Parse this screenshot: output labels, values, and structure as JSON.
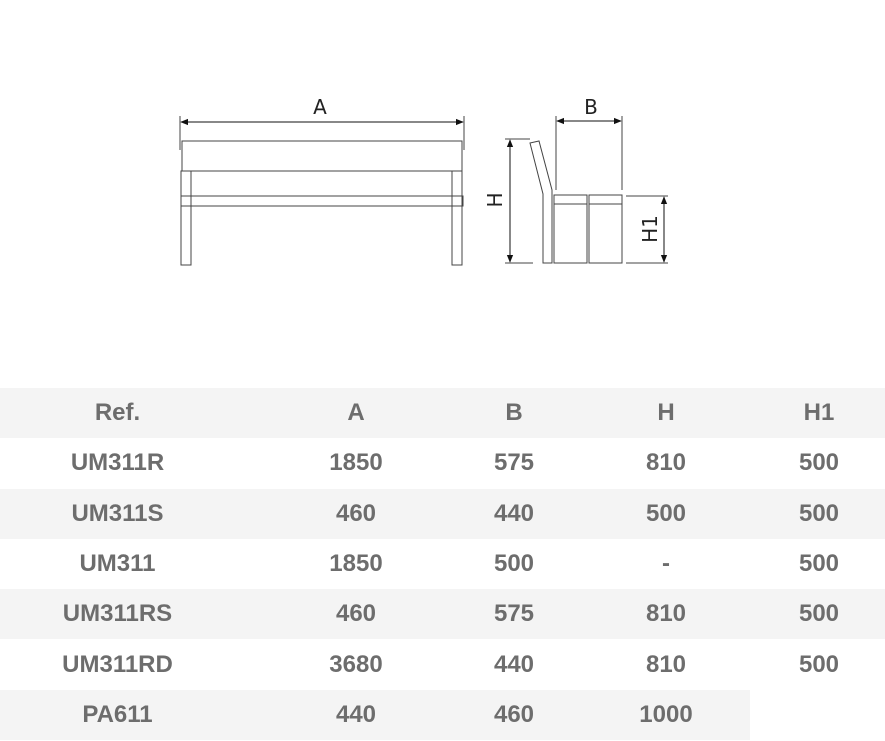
{
  "diagram": {
    "labels": {
      "a": "A",
      "b": "B",
      "h": "H",
      "h1": "H1"
    }
  },
  "table": {
    "headers": [
      "Ref.",
      "A",
      "B",
      "H",
      "H1"
    ],
    "rows": [
      [
        "UM311R",
        "1850",
        "575",
        "810",
        "500"
      ],
      [
        "UM311S",
        "460",
        "440",
        "500",
        "500"
      ],
      [
        "UM311",
        "1850",
        "500",
        "-",
        "500"
      ],
      [
        "UM311RS",
        "460",
        "575",
        "810",
        "500"
      ],
      [
        "UM311RD",
        "3680",
        "440",
        "810",
        "500"
      ],
      [
        "PA611",
        "440",
        "460",
        "1000",
        ""
      ]
    ]
  }
}
